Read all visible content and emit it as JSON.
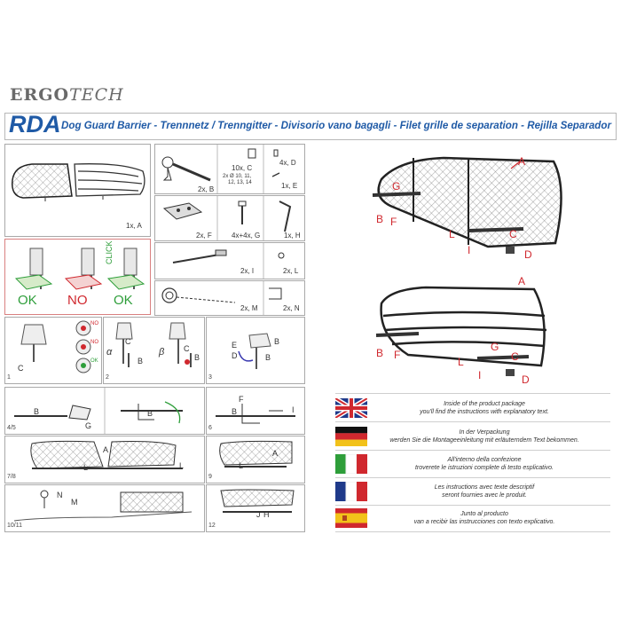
{
  "brand": {
    "ergo": "ERGO",
    "tech": "TECH"
  },
  "title": {
    "code": "RDA",
    "subtitle": "Dog Guard Barrier - Trennnetz / Trenngitter - Divisorio vano bagagli - Filet grille de separation - Rejilla Separador"
  },
  "parts": {
    "a": "1x, A",
    "b": "2x, B",
    "c": "10x, C",
    "c_spec": "2x Ø 10, 11,",
    "c_spec2": "12, 13, 14",
    "d": "4x, D",
    "e": "1x, E",
    "f": "2x, F",
    "g": "4x+4x, G",
    "h": "1x, H",
    "i": "2x, I",
    "l": "2x, L",
    "m": "2x, M",
    "n": "2x, N"
  },
  "compat": {
    "ok1": "OK",
    "no": "NO",
    "ok2": "OK",
    "click": "CLICK"
  },
  "steps": {
    "s1": "1",
    "s2": "2",
    "s3": "3",
    "s45": "4/5",
    "s6": "6",
    "s78": "7/8",
    "s9": "9",
    "s1011": "10/11",
    "s12": "12",
    "alpha": "α",
    "beta": "β",
    "mini_no": "NO",
    "mini_ok": "OK"
  },
  "letters": {
    "a": "A",
    "b": "B",
    "c": "C",
    "d": "D",
    "e": "E",
    "f": "F",
    "g": "G",
    "h": "H",
    "i": "I",
    "j": "J",
    "l": "L",
    "m": "M",
    "n": "N"
  },
  "languages": [
    {
      "lang": "English",
      "line1": "Inside of the product package",
      "line2": "you'll find the instructions with explanatory text."
    },
    {
      "lang": "Deutsch",
      "line1": "In der Verpackung",
      "line2": "werden Sie die Montageeinleitung mit erläuterndem Text bekommen."
    },
    {
      "lang": "Italiano",
      "line1": "All'interno della confezione",
      "line2": "troverete le istruzioni complete di testo esplicativo."
    },
    {
      "lang": "Français",
      "line1": "Les instructions avec texte descriptif",
      "line2": "seront fournies avec le produit."
    },
    {
      "lang": "Español",
      "line1": "Junto al producto",
      "line2": "van a recibir las instrucciones con texto explicativo."
    }
  ],
  "colors": {
    "brand_blue": "#1f5aa6",
    "accent_red": "#d0282e",
    "ok_green": "#2e9e3a",
    "no_red": "#d0282e"
  }
}
